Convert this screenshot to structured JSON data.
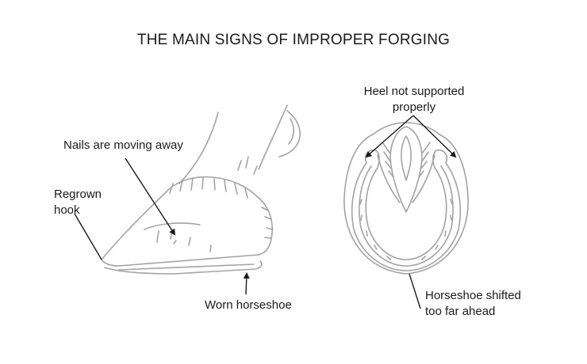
{
  "title": "THE MAIN SIGNS OF IMPROPER FORGING",
  "labels": {
    "nails": "Nails are moving away",
    "hook_line1": "Regrown",
    "hook_line2": "hook",
    "worn": "Worn horseshoe",
    "heel_line1": "Heel not supported",
    "heel_line2": "properly",
    "shifted_line1": "Horseshoe shifted",
    "shifted_line2": "too far ahead"
  },
  "colors": {
    "drawing": "#a3a3a3",
    "arrow": "#1a1a1a",
    "text": "#1a1a1a"
  }
}
